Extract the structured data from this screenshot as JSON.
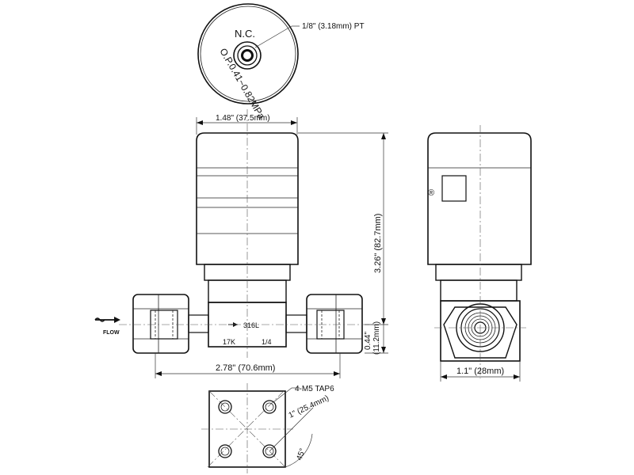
{
  "top_view": {
    "nc_label": "N.C.",
    "port_label": "1/8\" (3.18mm)  PT",
    "pressure_label": "O.P.0.41~0.82MPa"
  },
  "front_view": {
    "width_label": "1.48\" (37.5mm)",
    "height_label": "3.26\" (82.7mm)",
    "length_label": "2.78\" (70.6mm)",
    "offset_label_in": "0.44\"",
    "offset_label_mm": "(11.2mm)",
    "body_material": "316L",
    "body_code_left": "17K",
    "body_code_right": "1/4",
    "flow_label": "FLOW"
  },
  "side_view": {
    "width_label": "1.1\" (28mm)",
    "registered_mark": "®"
  },
  "bottom_view": {
    "tap_label": "4-M5  TAP6",
    "pitch_label": "1\" (25.4mm)",
    "angle_label": "45°"
  }
}
